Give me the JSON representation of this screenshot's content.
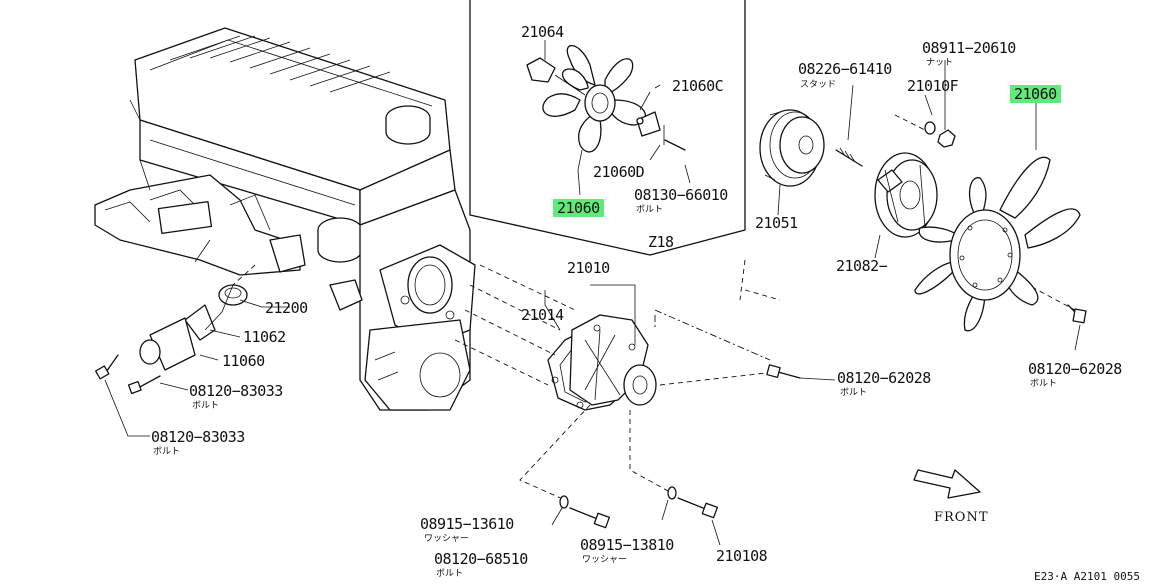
{
  "parts": {
    "p21064": "21064",
    "p21060C": "21060C",
    "p21060D": "21060D",
    "p21060_left": "21060",
    "p08130_66010": "08130−66010",
    "p08130_66010_sub": "ボルト",
    "z18": "Z18",
    "p08226_61410": "08226−61410",
    "p08226_61410_sub": "スタッド",
    "p08911_20610": "08911−20610",
    "p08911_20610_sub": "ナット",
    "p21010F": "21010F",
    "p21060_right": "21060",
    "p21051": "21051",
    "p21082": "21082−",
    "p21010": "21010",
    "p21014": "21014",
    "p21200": "21200",
    "p11062": "11062",
    "p11060": "11060",
    "p08120_83033_a": "08120−83033",
    "p08120_83033_a_sub": "ボルト",
    "p08120_83033_b": "08120−83033",
    "p08120_83033_b_sub": "ボルト",
    "p08120_62028_mid": "08120−62028",
    "p08120_62028_mid_sub": "ボルト",
    "p08120_62028_right": "08120−62028",
    "p08120_62028_right_sub": "ボルト",
    "p08915_13610": "08915−13610",
    "p08915_13610_sub": "ワッシャー",
    "p08120_68510": "08120−68510",
    "p08120_68510_sub": "ボルト",
    "p08915_13810": "08915−13810",
    "p08915_13810_sub": "ワッシャー",
    "p210108": "210108"
  },
  "front_label": "FRONT",
  "diagram_code": "E23·A  A2101 0055",
  "highlight_color": "#5fea7a"
}
